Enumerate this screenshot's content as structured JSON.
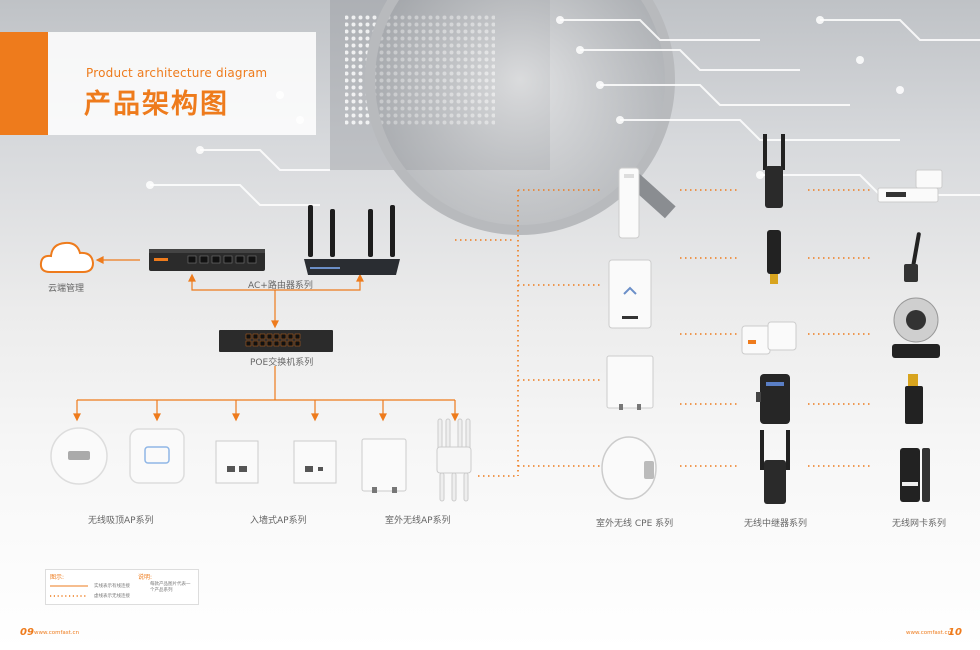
{
  "header": {
    "title_en": "Product architecture diagram",
    "title_cn": "产品架构图"
  },
  "labels": {
    "cloud": "云端管理",
    "router_series": "AC+路由器系列",
    "switch_series": "POE交换机系列",
    "ceiling_ap": "无线吸顶AP系列",
    "wall_ap": "入墙式AP系列",
    "outdoor_ap": "室外无线AP系列",
    "cpe": "室外无线 CPE 系列",
    "repeater": "无线中继器系列",
    "nic": "无线网卡系列"
  },
  "legend": {
    "title_left": "图示:",
    "solid_desc": "实线表示有线连接",
    "dotted_desc": "虚线表示无线连接",
    "title_right": "说明:",
    "note": "每款产品图片代表一个产品系列"
  },
  "footer": {
    "page_left": "09",
    "url_left": "www.comfast.cn",
    "page_right": "10",
    "url_right": "www.comfast.cn"
  },
  "colors": {
    "accent": "#ee7b1c",
    "text_gray": "#666666"
  }
}
